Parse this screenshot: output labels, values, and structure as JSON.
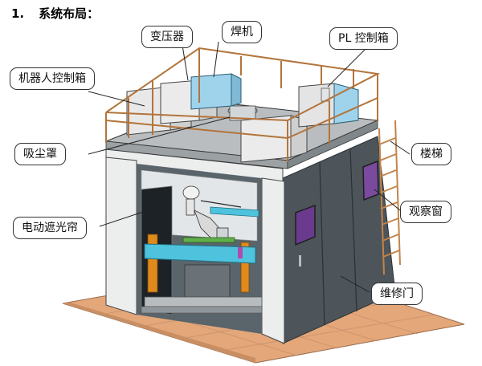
{
  "heading": {
    "number": "1.",
    "title": "系统布局："
  },
  "labels": {
    "transformer": "变压器",
    "welder": "焊机",
    "plc_box": "PL 控制箱",
    "robot_box": "机器人控制箱",
    "dust_hood": "吸尘罩",
    "stairs": "楼梯",
    "curtain": "电动遮光帘",
    "window": "观察窗",
    "door": "维修门"
  },
  "colors": {
    "floor": "#e3a77a",
    "railing": "#b3743b",
    "wall_panel": "#4d555a",
    "front_frame": "#eceeed",
    "equipment_white": "#e8e8e8",
    "welder_blue": "#9fd3ec",
    "work_table": "#4fc3dd",
    "window_purple": "#6a3a8e"
  }
}
